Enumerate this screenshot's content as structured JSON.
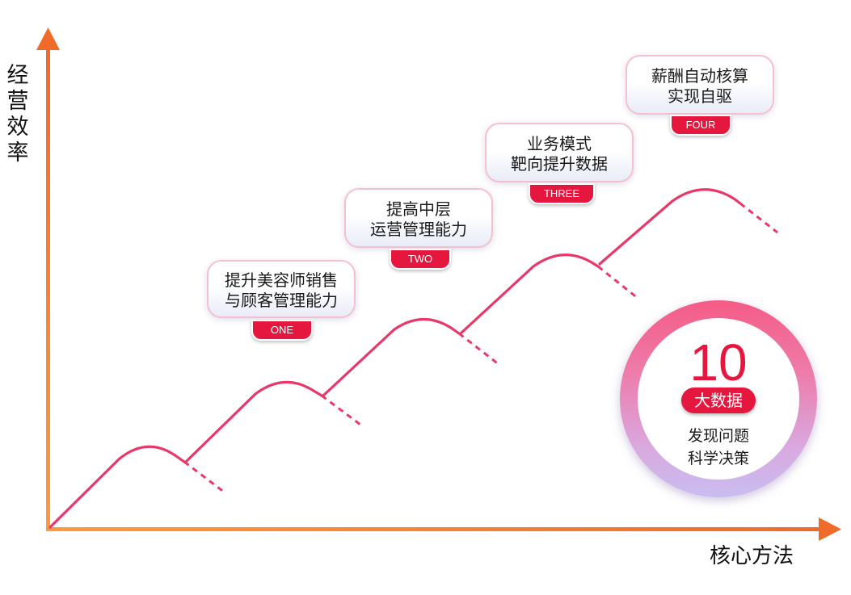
{
  "axes": {
    "y_label_chars": [
      "经",
      "营",
      "效",
      "率"
    ],
    "x_label": "核心方法",
    "axis_color_start": "#ff9a3c",
    "axis_color_end": "#f06a2a"
  },
  "stages": [
    {
      "lines": [
        "提升美容师销售",
        "与顾客管理能力"
      ],
      "tag": "ONE"
    },
    {
      "lines": [
        "提高中层",
        "运营管理能力"
      ],
      "tag": "TWO"
    },
    {
      "lines": [
        "业务模式",
        "靶向提升数据"
      ],
      "tag": "THREE"
    },
    {
      "lines": [
        "薪酬自动核算",
        "实现自驱"
      ],
      "tag": "FOUR"
    }
  ],
  "highlight": {
    "number": "10",
    "pill": "大数据",
    "lines": [
      "发现问题",
      "科学决策"
    ]
  },
  "colors": {
    "curve": "#e8386a",
    "tag": "#e5173f",
    "accent_red": "#e5173f"
  }
}
